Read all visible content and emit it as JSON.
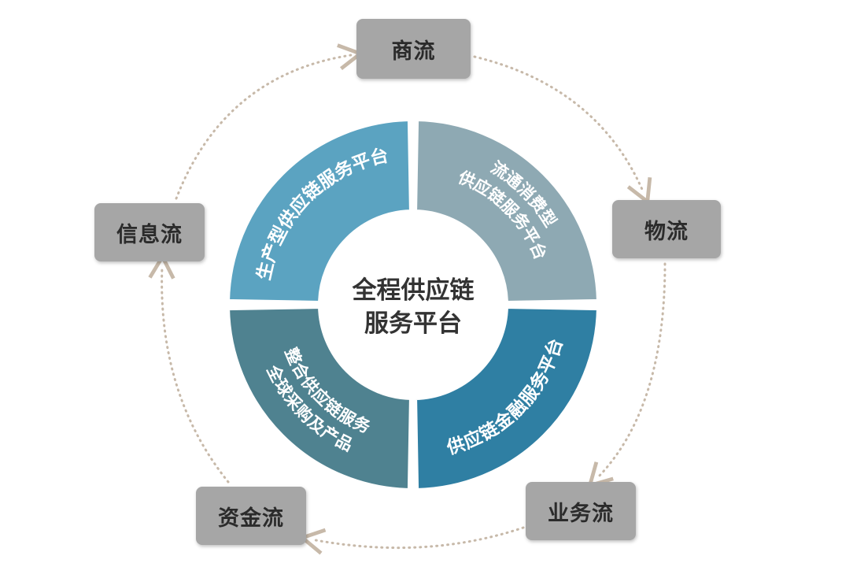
{
  "center": {
    "line1": "全程供应链",
    "line2": "服务平台"
  },
  "segments": [
    {
      "id": "top-left",
      "lines": [
        "生产型供应链服务平台"
      ],
      "color": "#5ba3c1"
    },
    {
      "id": "top-right",
      "lines": [
        "流通消费型",
        "供应链服务平台"
      ],
      "color": "#8ea9b3"
    },
    {
      "id": "bottom-right",
      "lines": [
        "供应链金融服务平台"
      ],
      "color": "#2f7fa3"
    },
    {
      "id": "bottom-left",
      "lines": [
        "全球采购及产品",
        "整合供应链服务"
      ],
      "color": "#4f8290"
    }
  ],
  "flows": {
    "shangliu": "商流",
    "wuliu": "物流",
    "yewuliu": "业务流",
    "zijinliu": "资金流",
    "xinxiliu": "信息流"
  },
  "colors": {
    "flow_box": "#a6a6a6",
    "dotted_arrow": "#c7b9a9",
    "center_text": "#333333"
  }
}
